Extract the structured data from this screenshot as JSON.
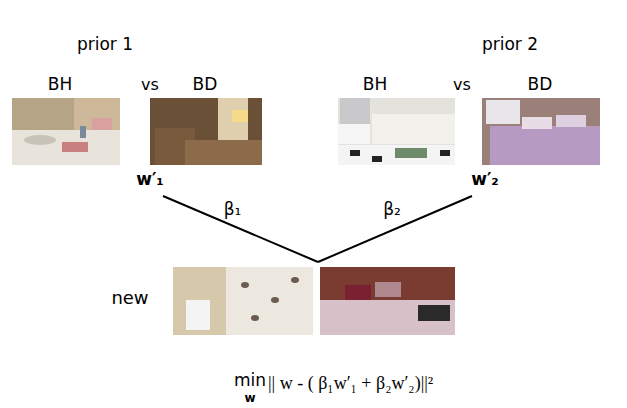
{
  "diagram": {
    "nodes": [
      {
        "text": [
          "prior 1",
          "BH",
          "vs",
          "BD",
          "w′₁"
        ]
      },
      {
        "text": [
          "prior 2",
          "BH",
          "vs",
          "BD",
          "w′₂"
        ]
      },
      {
        "text": [
          "new"
        ]
      }
    ],
    "edges": [
      {
        "from": 0,
        "to": 2,
        "label": "β₁",
        "arrow": "none"
      },
      {
        "from": 1,
        "to": 2,
        "label": "β₂",
        "arrow": "none"
      }
    ],
    "labels": [
      "min",
      "w",
      "|| w - ( β₁w′₁ + β₂w′₂)||²"
    ]
  }
}
